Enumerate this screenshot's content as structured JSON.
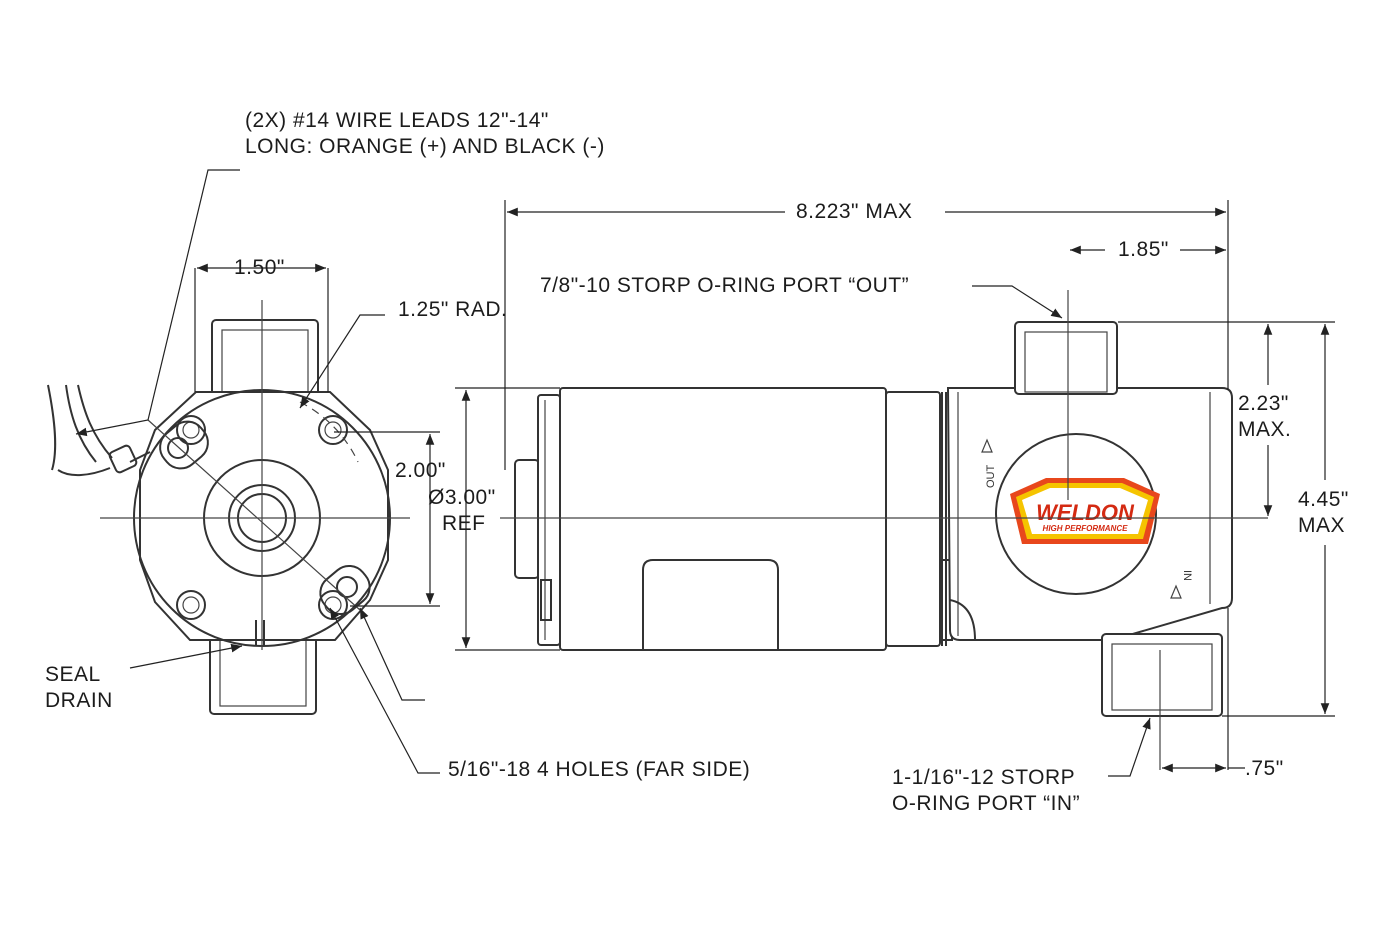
{
  "labels": {
    "wire_leads_line1": "(2X) #14 WIRE LEADS 12\"-14\"",
    "wire_leads_line2": "LONG: ORANGE (+) AND BLACK (-)",
    "dim_width": "1.50\"",
    "dim_radius": "1.25\" RAD.",
    "dim_bolt_spacing": "2.00\"",
    "seal_drain_line1": "SEAL",
    "seal_drain_line2": "DRAIN",
    "holes": "5/16\"-18 4 HOLES (FAR SIDE)",
    "dim_overall_length": "8.223\" MAX",
    "dim_port_offset": "1.85\"",
    "port_out": "7/8\"-10 STORP O-RING PORT “OUT”",
    "dim_diameter_line1": "Ø3.00\"",
    "dim_diameter_line2": "REF",
    "dim_top_height_line1": "2.23\"",
    "dim_top_height_line2": "MAX.",
    "dim_overall_height_line1": "4.45\"",
    "dim_overall_height_line2": "MAX",
    "port_in_line1": "1-1/16\"-12 STORP",
    "port_in_line2": "O-RING PORT “IN”",
    "dim_port_in_offset": ".75\"",
    "body_text_out": "OUT",
    "body_text_in": "IN"
  },
  "logo": {
    "brand": "WELDON",
    "tagline": "HIGH PERFORMANCE",
    "colors": {
      "outer": "#e8471c",
      "band": "#f5c400",
      "inner": "#ffffff",
      "text": "#d42a12"
    }
  }
}
